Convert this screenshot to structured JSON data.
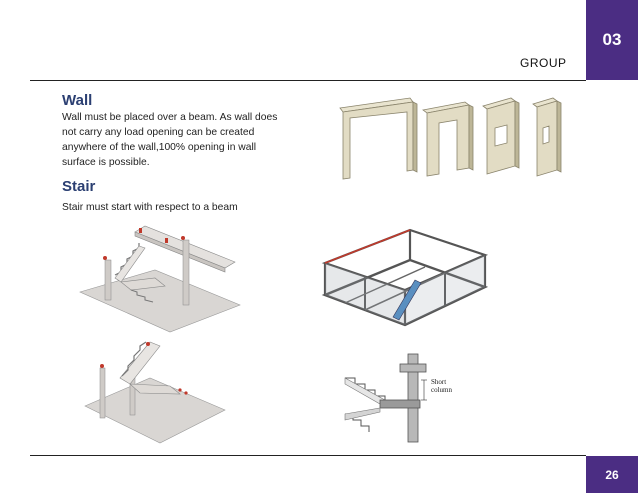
{
  "header": {
    "group_label": "GROUP",
    "group_number": "03"
  },
  "wall": {
    "title": "Wall",
    "description": "Wall must be placed over a beam. As wall does not carry any load opening can be created anywhere of the wall,100% opening in wall surface is possible."
  },
  "stair": {
    "title": "Stair",
    "description": "Stair must start with respect to a beam"
  },
  "diagram": {
    "short_column_label": "Short column"
  },
  "footer": {
    "page_number": "26"
  }
}
